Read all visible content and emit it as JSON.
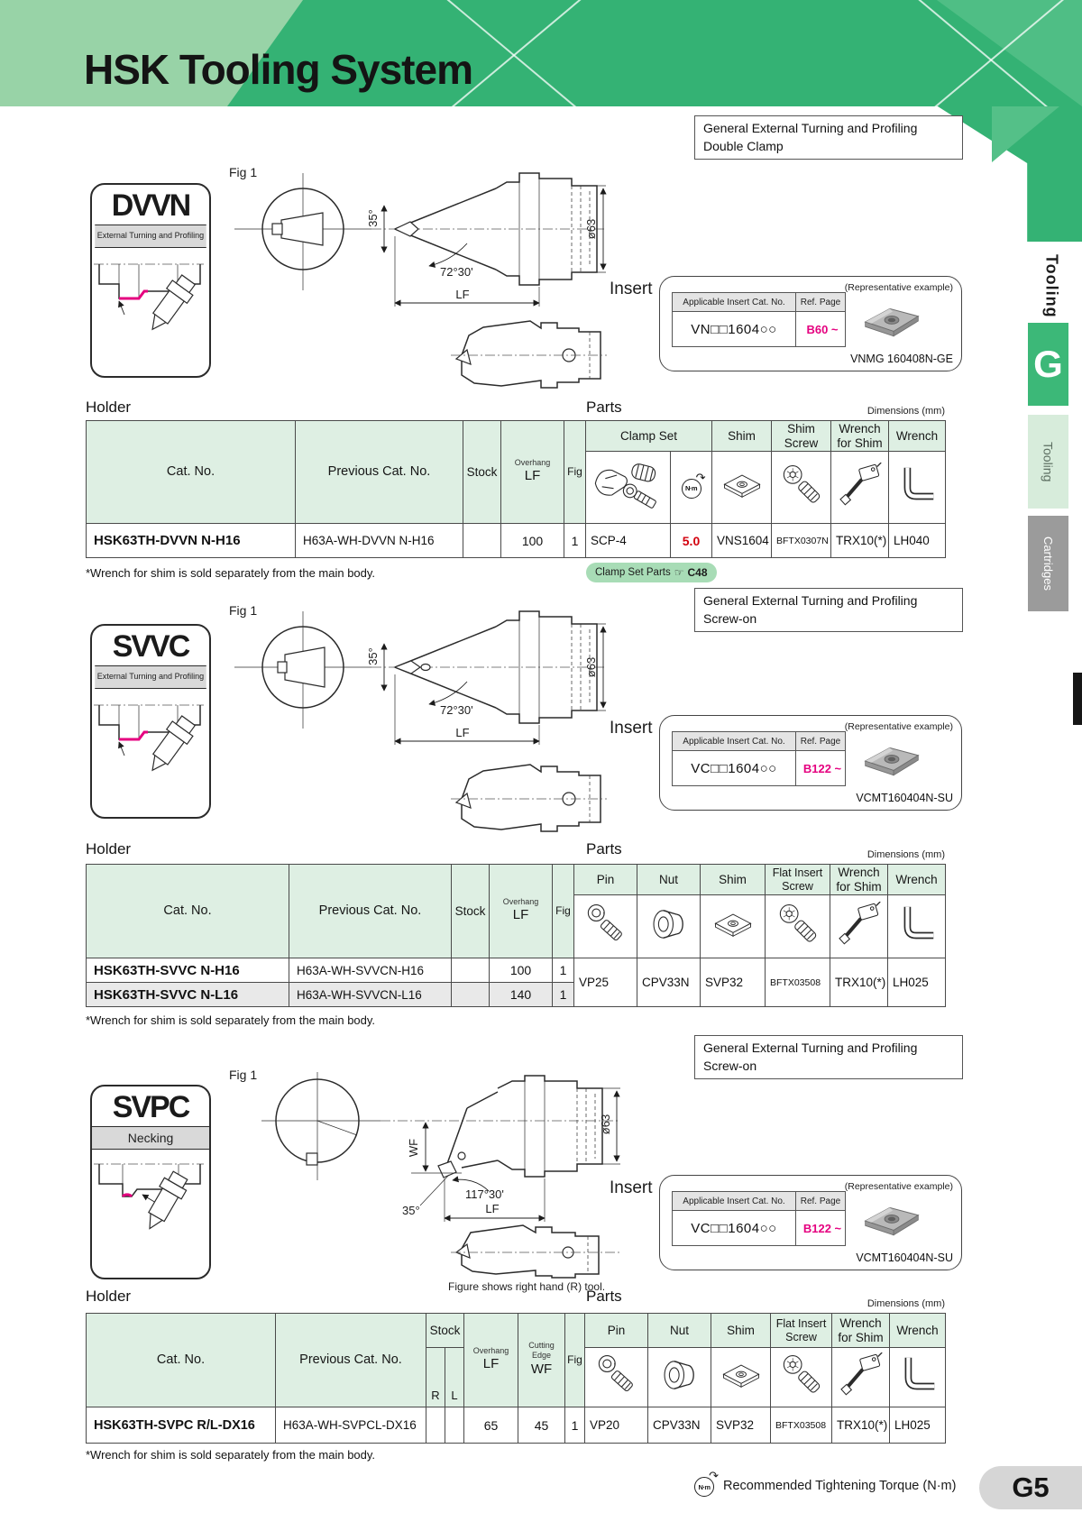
{
  "header": {
    "title": "HSK Tooling System"
  },
  "sidebar": {
    "tab_top": "Tooling",
    "tab_g": "G",
    "tab_tooling": "Tooling",
    "tab_cartridges": "Cartridges"
  },
  "sections": [
    {
      "tag_box": {
        "line1": "General External Turning and Profiling",
        "line2": "Double Clamp"
      },
      "badge": {
        "code": "DVVN",
        "subtitle": "External Turning and Profiling"
      },
      "fig": {
        "label": "Fig 1",
        "a35": "35°",
        "a72": "72°30'",
        "lf": "LF",
        "dia": "ø63"
      },
      "insert": {
        "label": "Insert",
        "rep": "(Representative example)",
        "col_cat": "Applicable Insert Cat. No.",
        "col_page": "Ref. Page",
        "cat": "VN□□1604○○",
        "page": "B60 ~",
        "example": "VNMG 160408N-GE"
      },
      "labels": {
        "holder": "Holder",
        "parts": "Parts",
        "dims": "Dimensions (mm)"
      },
      "table": {
        "h_cat": "Cat. No.",
        "h_prev": "Previous Cat. No.",
        "h_stock": "Stock",
        "h_overhang": "Overhang",
        "h_lf": "LF",
        "h_fig": "Fig",
        "h_clamp": "Clamp Set",
        "h_shim": "Shim",
        "h_shim_screw": "Shim Screw",
        "h_wrench_shim": "Wrench for Shim",
        "h_wrench": "Wrench",
        "row": {
          "cat": "HSK63TH-DVVN N-H16",
          "prev": "H63A-WH-DVVN N-H16",
          "stock": "",
          "lf": "100",
          "fig": "1",
          "clamp": "SCP-4",
          "torque": "5.0",
          "shim": "VNS1604",
          "shim_screw": "BFTX0307N",
          "wrench_shim": "TRX10(*)",
          "wrench": "LH040"
        }
      },
      "note": "*Wrench for shim is sold separately from the main body.",
      "pill": {
        "label": "Clamp Set Parts",
        "icon": "☞",
        "ref": "C48"
      }
    },
    {
      "tag_box": {
        "line1": "General External Turning and Profiling",
        "line2": "Screw-on"
      },
      "badge": {
        "code": "SVVC",
        "subtitle": "External Turning and Profiling"
      },
      "fig": {
        "label": "Fig 1",
        "a35": "35°",
        "a72": "72°30'",
        "lf": "LF",
        "dia": "ø63"
      },
      "insert": {
        "label": "Insert",
        "rep": "(Representative example)",
        "col_cat": "Applicable Insert Cat. No.",
        "col_page": "Ref. Page",
        "cat": "VC□□1604○○",
        "page": "B122 ~",
        "example": "VCMT160404N-SU"
      },
      "labels": {
        "holder": "Holder",
        "parts": "Parts",
        "dims": "Dimensions (mm)"
      },
      "table": {
        "h_cat": "Cat. No.",
        "h_prev": "Previous Cat. No.",
        "h_stock": "Stock",
        "h_overhang": "Overhang",
        "h_lf": "LF",
        "h_fig": "Fig",
        "h_pin": "Pin",
        "h_nut": "Nut",
        "h_shim": "Shim",
        "h_flat_screw": "Flat Insert Screw",
        "h_wrench_shim": "Wrench for Shim",
        "h_wrench": "Wrench",
        "rows": [
          {
            "cat": "HSK63TH-SVVC N-H16",
            "prev": "H63A-WH-SVVCN-H16",
            "stock": "",
            "lf": "100",
            "fig": "1"
          },
          {
            "cat": "HSK63TH-SVVC N-L16",
            "prev": "H63A-WH-SVVCN-L16",
            "stock": "",
            "lf": "140",
            "fig": "1"
          }
        ],
        "parts": {
          "pin": "VP25",
          "nut": "CPV33N",
          "shim": "SVP32",
          "flat_screw": "BFTX03508",
          "wrench_shim": "TRX10(*)",
          "wrench": "LH025"
        }
      },
      "note": "*Wrench for shim is sold separately from the main body."
    },
    {
      "tag_box": {
        "line1": "General External Turning and Profiling",
        "line2": "Screw-on"
      },
      "badge": {
        "code": "SVPC",
        "subtitle": "Necking"
      },
      "fig": {
        "label": "Fig 1",
        "wf": "WF",
        "a117": "117°30'",
        "a35": "35°",
        "lf": "LF",
        "dia": "ø63",
        "caption": "Figure shows right hand (R) tool."
      },
      "insert": {
        "label": "Insert",
        "rep": "(Representative example)",
        "col_cat": "Applicable Insert Cat. No.",
        "col_page": "Ref. Page",
        "cat": "VC□□1604○○",
        "page": "B122 ~",
        "example": "VCMT160404N-SU"
      },
      "labels": {
        "holder": "Holder",
        "parts": "Parts",
        "dims": "Dimensions (mm)"
      },
      "table": {
        "h_cat": "Cat. No.",
        "h_prev": "Previous Cat. No.",
        "h_stock": "Stock",
        "h_r": "R",
        "h_l": "L",
        "h_overhang": "Overhang",
        "h_lf": "LF",
        "h_cutting": "Cutting Edge",
        "h_wf": "WF",
        "h_fig": "Fig",
        "h_pin": "Pin",
        "h_nut": "Nut",
        "h_shim": "Shim",
        "h_flat_screw": "Flat Insert Screw",
        "h_wrench_shim": "Wrench for Shim",
        "h_wrench": "Wrench",
        "row": {
          "cat": "HSK63TH-SVPC R/L-DX16",
          "prev": "H63A-WH-SVPCL-DX16",
          "lf": "65",
          "wf": "45",
          "fig": "1",
          "pin": "VP20",
          "nut": "CPV33N",
          "shim": "SVP32",
          "flat_screw": "BFTX03508",
          "wrench_shim": "TRX10(*)",
          "wrench": "LH025"
        }
      },
      "note": "*Wrench for shim is sold separately from the main body."
    }
  ],
  "footer": {
    "nm": "N·m",
    "torque_label": "Recommended Tightening Torque (N·m)",
    "page_no": "G5"
  }
}
